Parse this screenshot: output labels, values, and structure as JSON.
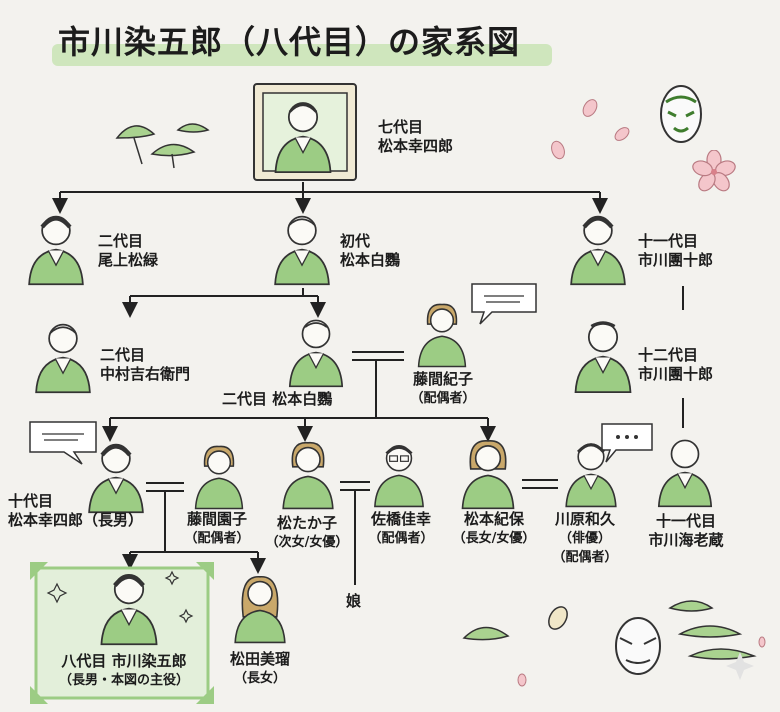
{
  "title": "市川染五郎（八代目）の家系図",
  "people": {
    "gen7_koshiro": {
      "line1": "七代目",
      "line2": "松本幸四郎"
    },
    "onoe_shoroku": {
      "line1": "二代目",
      "line2": "尾上松緑"
    },
    "hakuo1": {
      "line1": "初代",
      "line2": "松本白鸚"
    },
    "danjuro11": {
      "line1": "十一代目",
      "line2": "市川團十郎"
    },
    "kichiemon": {
      "line1": "二代目",
      "line2": "中村吉右衛門"
    },
    "hakuo2": {
      "line1": "二代目 松本白鸚"
    },
    "noriko": {
      "line1": "藤間紀子",
      "line2": "（配偶者）"
    },
    "danjuro12": {
      "line1": "十二代目",
      "line2": "市川團十郎"
    },
    "koshiro10": {
      "line1": "十代目",
      "line2": "松本幸四郎（長男）"
    },
    "sonoko": {
      "line1": "藤間園子",
      "line2": "（配偶者）"
    },
    "matsutakako": {
      "line1": "松たか子",
      "line2": "（次女/女優）"
    },
    "sahashi": {
      "line1": "佐橋佳幸",
      "line2": "（配偶者）"
    },
    "kiho": {
      "line1": "松本紀保",
      "line2": "（長女/女優）"
    },
    "kawahara": {
      "line1": "川原和久",
      "line2": "（俳優）",
      "line3": "（配偶者）"
    },
    "ebizo": {
      "line1": "十一代目",
      "line2": "市川海老蔵"
    },
    "somegoro8": {
      "line1": "八代目 市川染五郎",
      "line2": "（長男・本図の主役）"
    },
    "miru": {
      "line1": "松田美瑠",
      "line2": "（長女）"
    },
    "daughter": {
      "line1": "娘"
    }
  },
  "colors": {
    "green": "#9ccc84",
    "green_dark": "#4f7a3c",
    "line": "#222222",
    "pink": "#f4c6cb"
  }
}
